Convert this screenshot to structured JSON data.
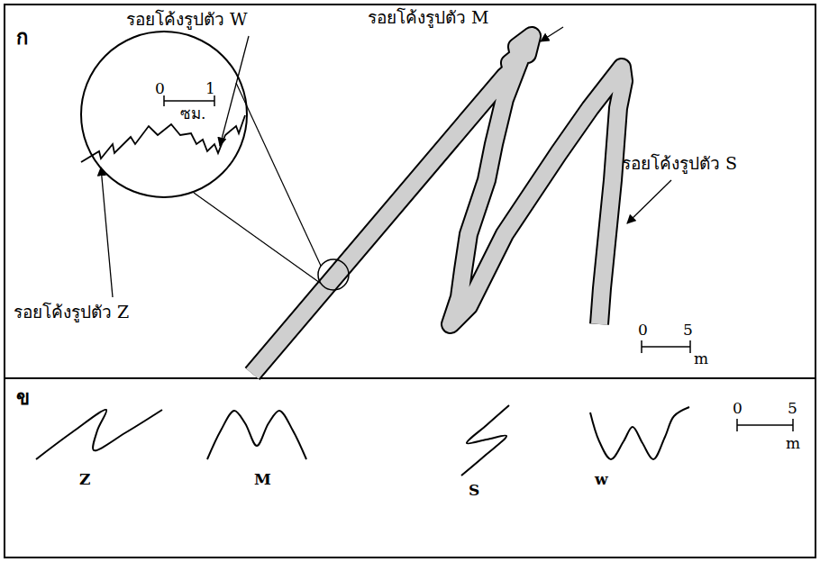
{
  "diagram": {
    "nodes": [
      {
        "text": [
          "0",
          "1",
          "ซม."
        ]
      }
    ],
    "labels": [
      "ก",
      "รอยโค้งรูปตัว W",
      "รอยโค้งรูปตัว M",
      "รอยโค้งรูปตัว S",
      "รอยโค้งรูปตัว Z",
      "0",
      "5",
      "m",
      "ข",
      "Z",
      "M",
      "S",
      "w",
      "0",
      "5",
      "m"
    ]
  }
}
